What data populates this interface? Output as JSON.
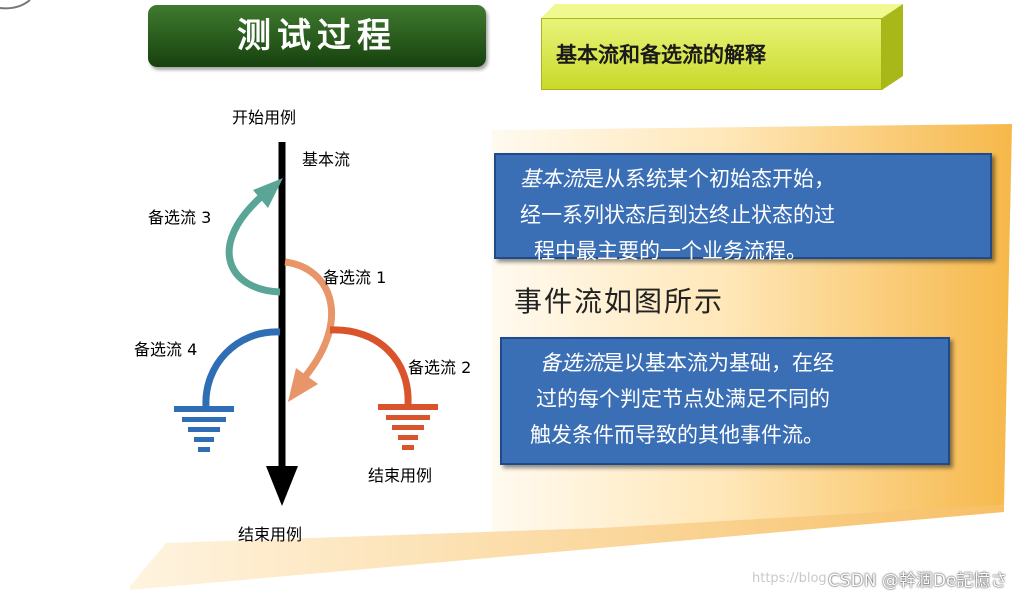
{
  "title": "测试过程",
  "subtitle_box": "基本流和备选流的解释",
  "flow_diagram": {
    "start_label": "开始用例",
    "basic_flow_label": "基本流",
    "alt_flow_1": "备选流 1",
    "alt_flow_2": "备选流 2",
    "alt_flow_3": "备选流 3",
    "alt_flow_4": "备选流 4",
    "end_label_main": "结束用例",
    "end_label_side": "结束用例",
    "colors": {
      "main_arrow": "#000000",
      "alt1": "#e8956a",
      "alt2": "#d9542a",
      "alt3": "#5aa596",
      "alt4": "#2f6db5"
    }
  },
  "basic_flow_box": {
    "term": "基本流",
    "line1_rest": "是从系统某个初始态开始，",
    "line2": "经一系列状态后到达终止状态的过",
    "line3": "程中最主要的一个业务流程。"
  },
  "middle_text": "事件流如图所示",
  "alt_flow_box": {
    "term": "备选流",
    "line1_rest": "是以基本流为基础，在经",
    "line2": "过的每个判定节点处满足不同的",
    "line3": "触发条件而导致的其他事件流。"
  },
  "watermark_url": "https://blog",
  "watermark_author": "CSDN @幹涸De記憶さ"
}
